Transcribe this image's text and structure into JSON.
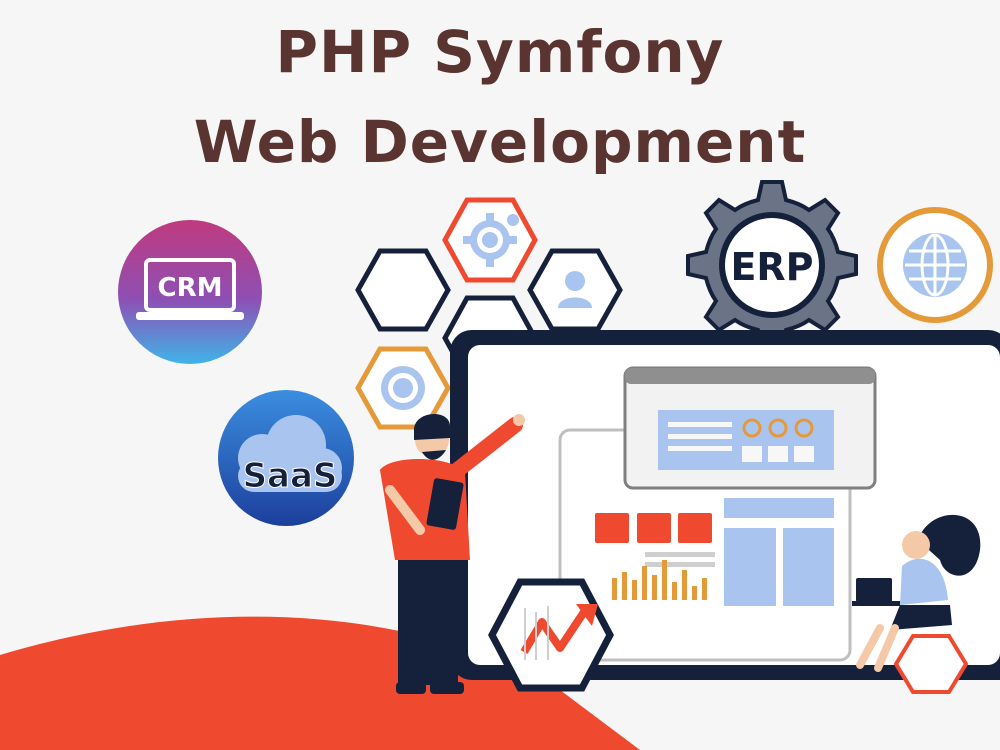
{
  "title": {
    "line1": "PHP Symfony",
    "line2": "Web Development"
  },
  "badges": {
    "crm": "CRM",
    "saas": "SaaS",
    "erp": "ERP"
  },
  "icons": [
    "laptop-crm-icon",
    "cloud-saas-icon",
    "gear-erp-icon",
    "globe-icon",
    "gear-icon",
    "user-icon",
    "camera-lens-icon",
    "trend-chart-icon"
  ],
  "colors": {
    "title": "#5a3431",
    "accent_red": "#ef4a2f",
    "accent_orange": "#e59a3a",
    "navy": "#15203b",
    "light_blue": "#a9c4ee"
  }
}
